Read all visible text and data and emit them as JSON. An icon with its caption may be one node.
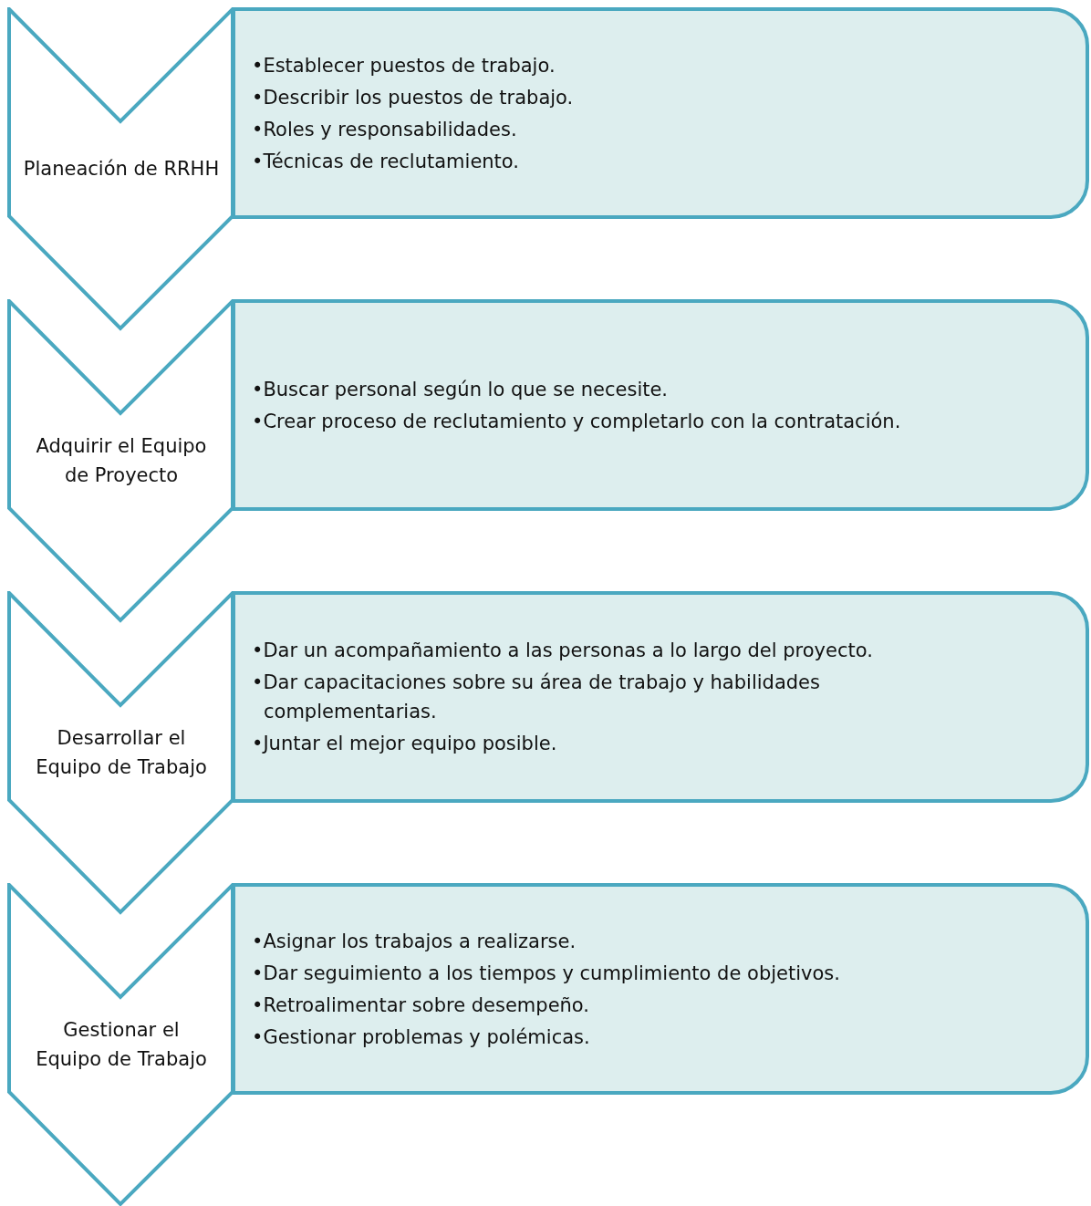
{
  "diagram": {
    "nodes": [
      {
        "text": [
          "Planeación de RRHH"
        ]
      },
      {
        "text": [
          "•Establecer puestos de trabajo.",
          "•Describir los puestos de trabajo.",
          "•Roles y responsabilidades.",
          "•Técnicas de reclutamiento."
        ]
      },
      {
        "text": [
          "Adquirir el Equipo de Proyecto"
        ]
      },
      {
        "text": [
          "•Buscar personal según lo que se necesite.",
          "•Crear proceso de reclutamiento y completarlo con la contratación."
        ]
      },
      {
        "text": [
          "Desarrollar el Equipo de Trabajo"
        ]
      },
      {
        "text": [
          "•Dar un acompañamiento a las personas a lo largo del proyecto.",
          "•Dar capacitaciones sobre su área de trabajo y habilidades complementarias.",
          "•Juntar el mejor equipo posible."
        ]
      },
      {
        "text": [
          "Gestionar el Equipo de Trabajo"
        ]
      },
      {
        "text": [
          "•Asignar los trabajos a realizarse.",
          "•Dar seguimiento a los tiempos y cumplimiento de objetivos.",
          "•Retroalimentar sobre desempeño.",
          "•Gestionar problemas y polémicas."
        ]
      }
    ]
  }
}
